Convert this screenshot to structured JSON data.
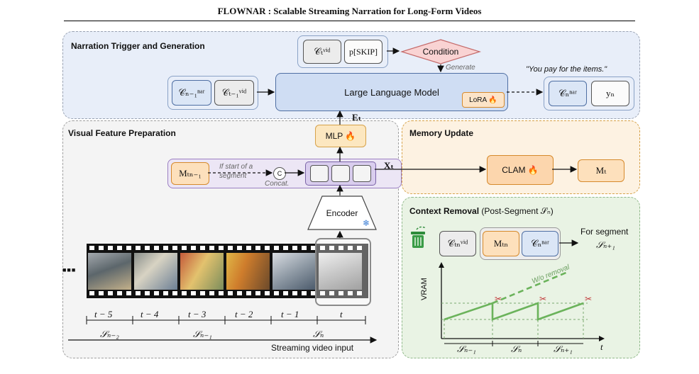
{
  "header": {
    "title": "FLOWNAR : Scalable Streaming Narration for Long-Form Videos"
  },
  "panels": {
    "trigger": "Narration Trigger and Generation",
    "visual": "Visual Feature Preparation",
    "memory": "Memory Update",
    "removal_title": "Context Removal",
    "removal_suffix": "(Post-Segment 𝒮ₙ)"
  },
  "trigger": {
    "c_vid_t": "𝒞ₜᵛⁱᵈ",
    "p_skip": "p[SKIP]",
    "condition": "Condition",
    "generate": "Generate",
    "c_nar_prev": "𝒞ₙ₋₁ⁿᵃʳ",
    "c_vid_prev": "𝒞ₜ₋₁ᵛⁱᵈ",
    "llm": "Large Language Model",
    "lora": "LoRA 🔥",
    "quote": "\"You pay for the items.\"",
    "c_nar_n": "𝒞ₙⁿᵃʳ",
    "y_n": "yₙ",
    "e_t": "Eₜ"
  },
  "visual": {
    "mlp": "MLP 🔥",
    "m_prev": "Mₜₙ₋₁",
    "note_line1": "If start of a",
    "note_line2": "segment",
    "concat_symbol": "C",
    "concat": "Concat.",
    "x_t": "Xₜ",
    "encoder": "Encoder",
    "snowflake": "❄",
    "ellipsis": "■■■",
    "time_labels": [
      "t − 5",
      "t − 4",
      "t − 3",
      "t − 2",
      "t − 1",
      "t"
    ],
    "segment_labels": [
      "𝒮ₙ₋₂",
      "𝒮ₙ₋₁",
      "𝒮ₙ"
    ],
    "streaming": "Streaming video input"
  },
  "memory": {
    "clam": "CLAM 🔥",
    "m_t": "Mₜ"
  },
  "removal": {
    "c_vid_tn": "𝒞ₜₙᵛⁱᵈ",
    "m_tn": "Mₜₙ",
    "c_nar_n": "𝒞ₙⁿᵃʳ",
    "for_segment": "For segment",
    "next_segment": "𝒮ₙ₊₁",
    "vram": "VRAM",
    "wo_removal": "W/o removal",
    "x_labels": [
      "𝒮ₙ₋₁",
      "𝒮ₙ",
      "𝒮ₙ₊₁"
    ],
    "t_axis": "t"
  },
  "colors": {
    "trigger_bg": "#e8eef9",
    "visual_bg": "#f4f4f4",
    "memory_bg": "#fdf2e2",
    "removal_bg": "#e9f3e4",
    "green": "#6bb35b",
    "orange": "#d68a2c",
    "blue": "#4f6fa3"
  }
}
